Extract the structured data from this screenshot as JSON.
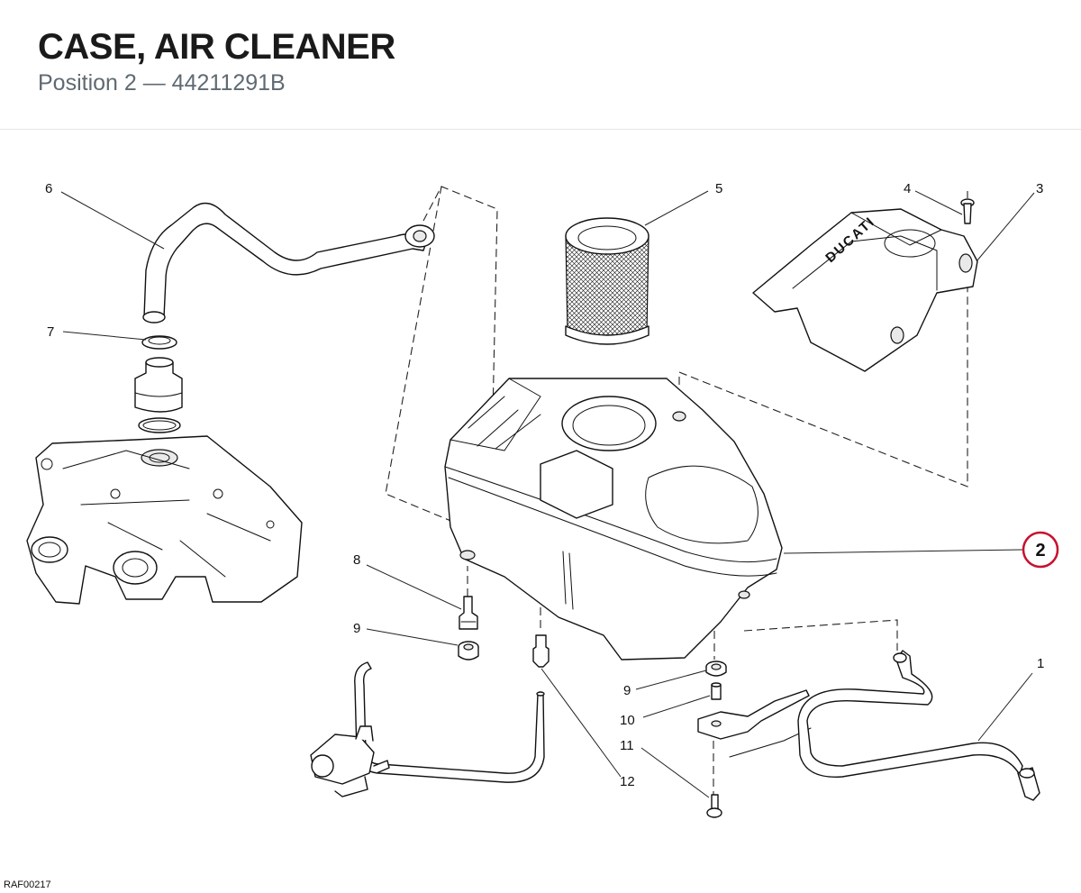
{
  "header": {
    "title": "CASE, AIR CLEANER",
    "subtitle": "Position 2 — 44211291B"
  },
  "highlight": {
    "label": "2",
    "color": "#c8102e"
  },
  "callouts": {
    "c1": "1",
    "c3": "3",
    "c4": "4",
    "c5": "5",
    "c6": "6",
    "c7": "7",
    "c8": "8",
    "c9a": "9",
    "c9b": "9",
    "c10": "10",
    "c11": "11",
    "c12": "12"
  },
  "cover_logo": "DUCATI",
  "footer": {
    "code": "RAF00217"
  }
}
